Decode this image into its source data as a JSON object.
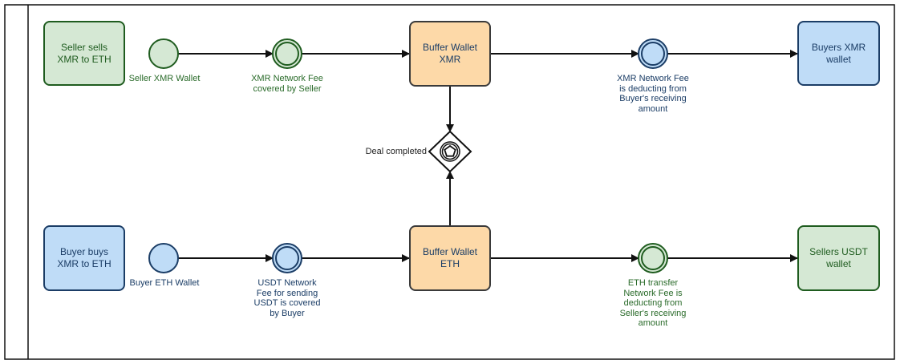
{
  "lanes": {
    "top": {
      "start_box": "Seller sells\nXMR to ETH",
      "start_event_label": "Seller XMR Wallet",
      "fee_event_label": "XMR Network Fee\ncovered by Seller",
      "buffer_box": "Buffer Wallet\nXMR",
      "deduct_event_label": "XMR Network Fee\nis deducting from\nBuyer's receiving\namount",
      "end_box": "Buyers XMR\nwallet"
    },
    "bottom": {
      "start_box": "Buyer buys\nXMR to ETH",
      "start_event_label": "Buyer ETH Wallet",
      "fee_event_label": "USDT Network\nFee for sending\nUSDT is covered\nby Buyer",
      "buffer_box": "Buffer Wallet\nETH",
      "deduct_event_label": "ETH transfer\nNetwork Fee is\ndeducting from\nSeller's receiving\namount",
      "end_box": "Sellers USDT\nwallet"
    }
  },
  "gateway": {
    "label": "Deal completed",
    "icon": "pentagon-icon"
  },
  "colors": {
    "green_fill": "#d5e8d4",
    "green_stroke": "#1f5c1f",
    "blue_fill": "#bfdcf7",
    "blue_stroke": "#1b3d66",
    "orange_fill": "#fdd9a8",
    "line": "#111111"
  }
}
